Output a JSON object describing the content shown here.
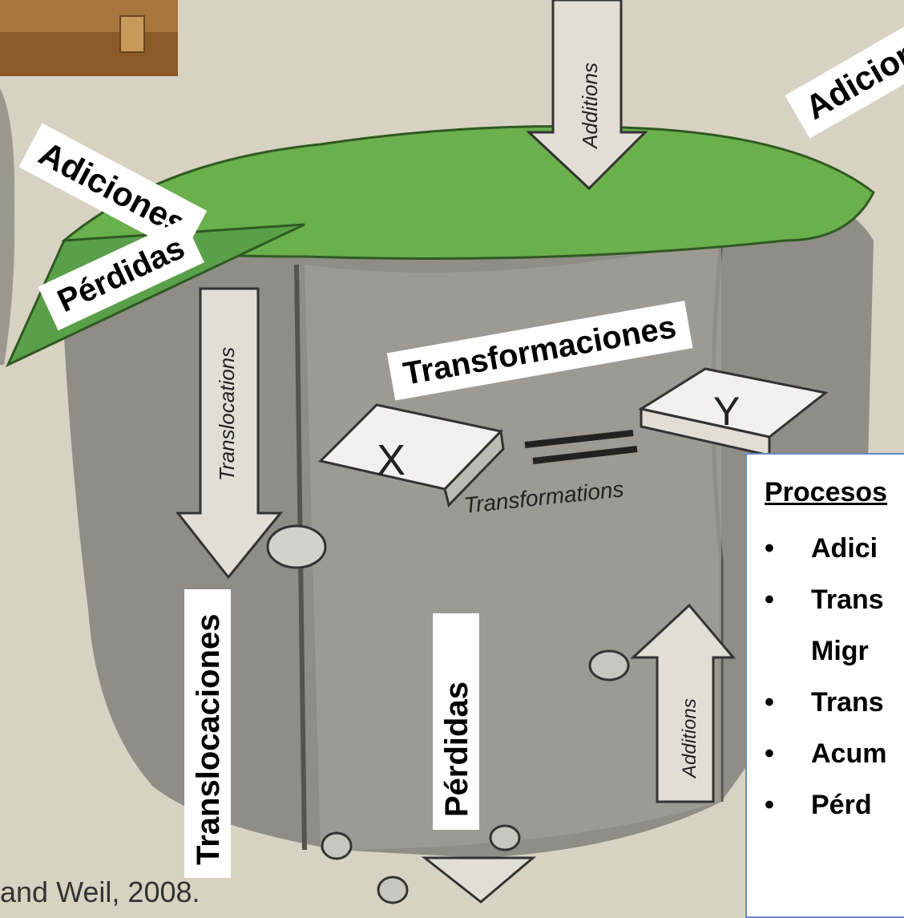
{
  "labels": {
    "adiciones_left": "Adiciones",
    "adiciones_right": "Adicion",
    "perdidas_top": "Pérdidas",
    "transformaciones": "Transformaciones",
    "translocaciones": "Translocaciones",
    "perdidas_bottom": "Pérdidas"
  },
  "illustration_text": {
    "additions_top": "Additions",
    "additions_bottom": "Additions",
    "translocations": "Translocations",
    "transformations": "Transformations",
    "block_x": "X",
    "block_y": "Y"
  },
  "process_box": {
    "title": "Procesos",
    "items": [
      "Adici",
      "Trans",
      "Migr",
      "Trans",
      "Acum",
      "Pérd"
    ]
  },
  "citation": "and Weil, 2008.",
  "colors": {
    "grass": "#6ab04c",
    "soil": "#8f8d86",
    "background": "#d8d2c2",
    "box_border": "#6a8bc2"
  }
}
